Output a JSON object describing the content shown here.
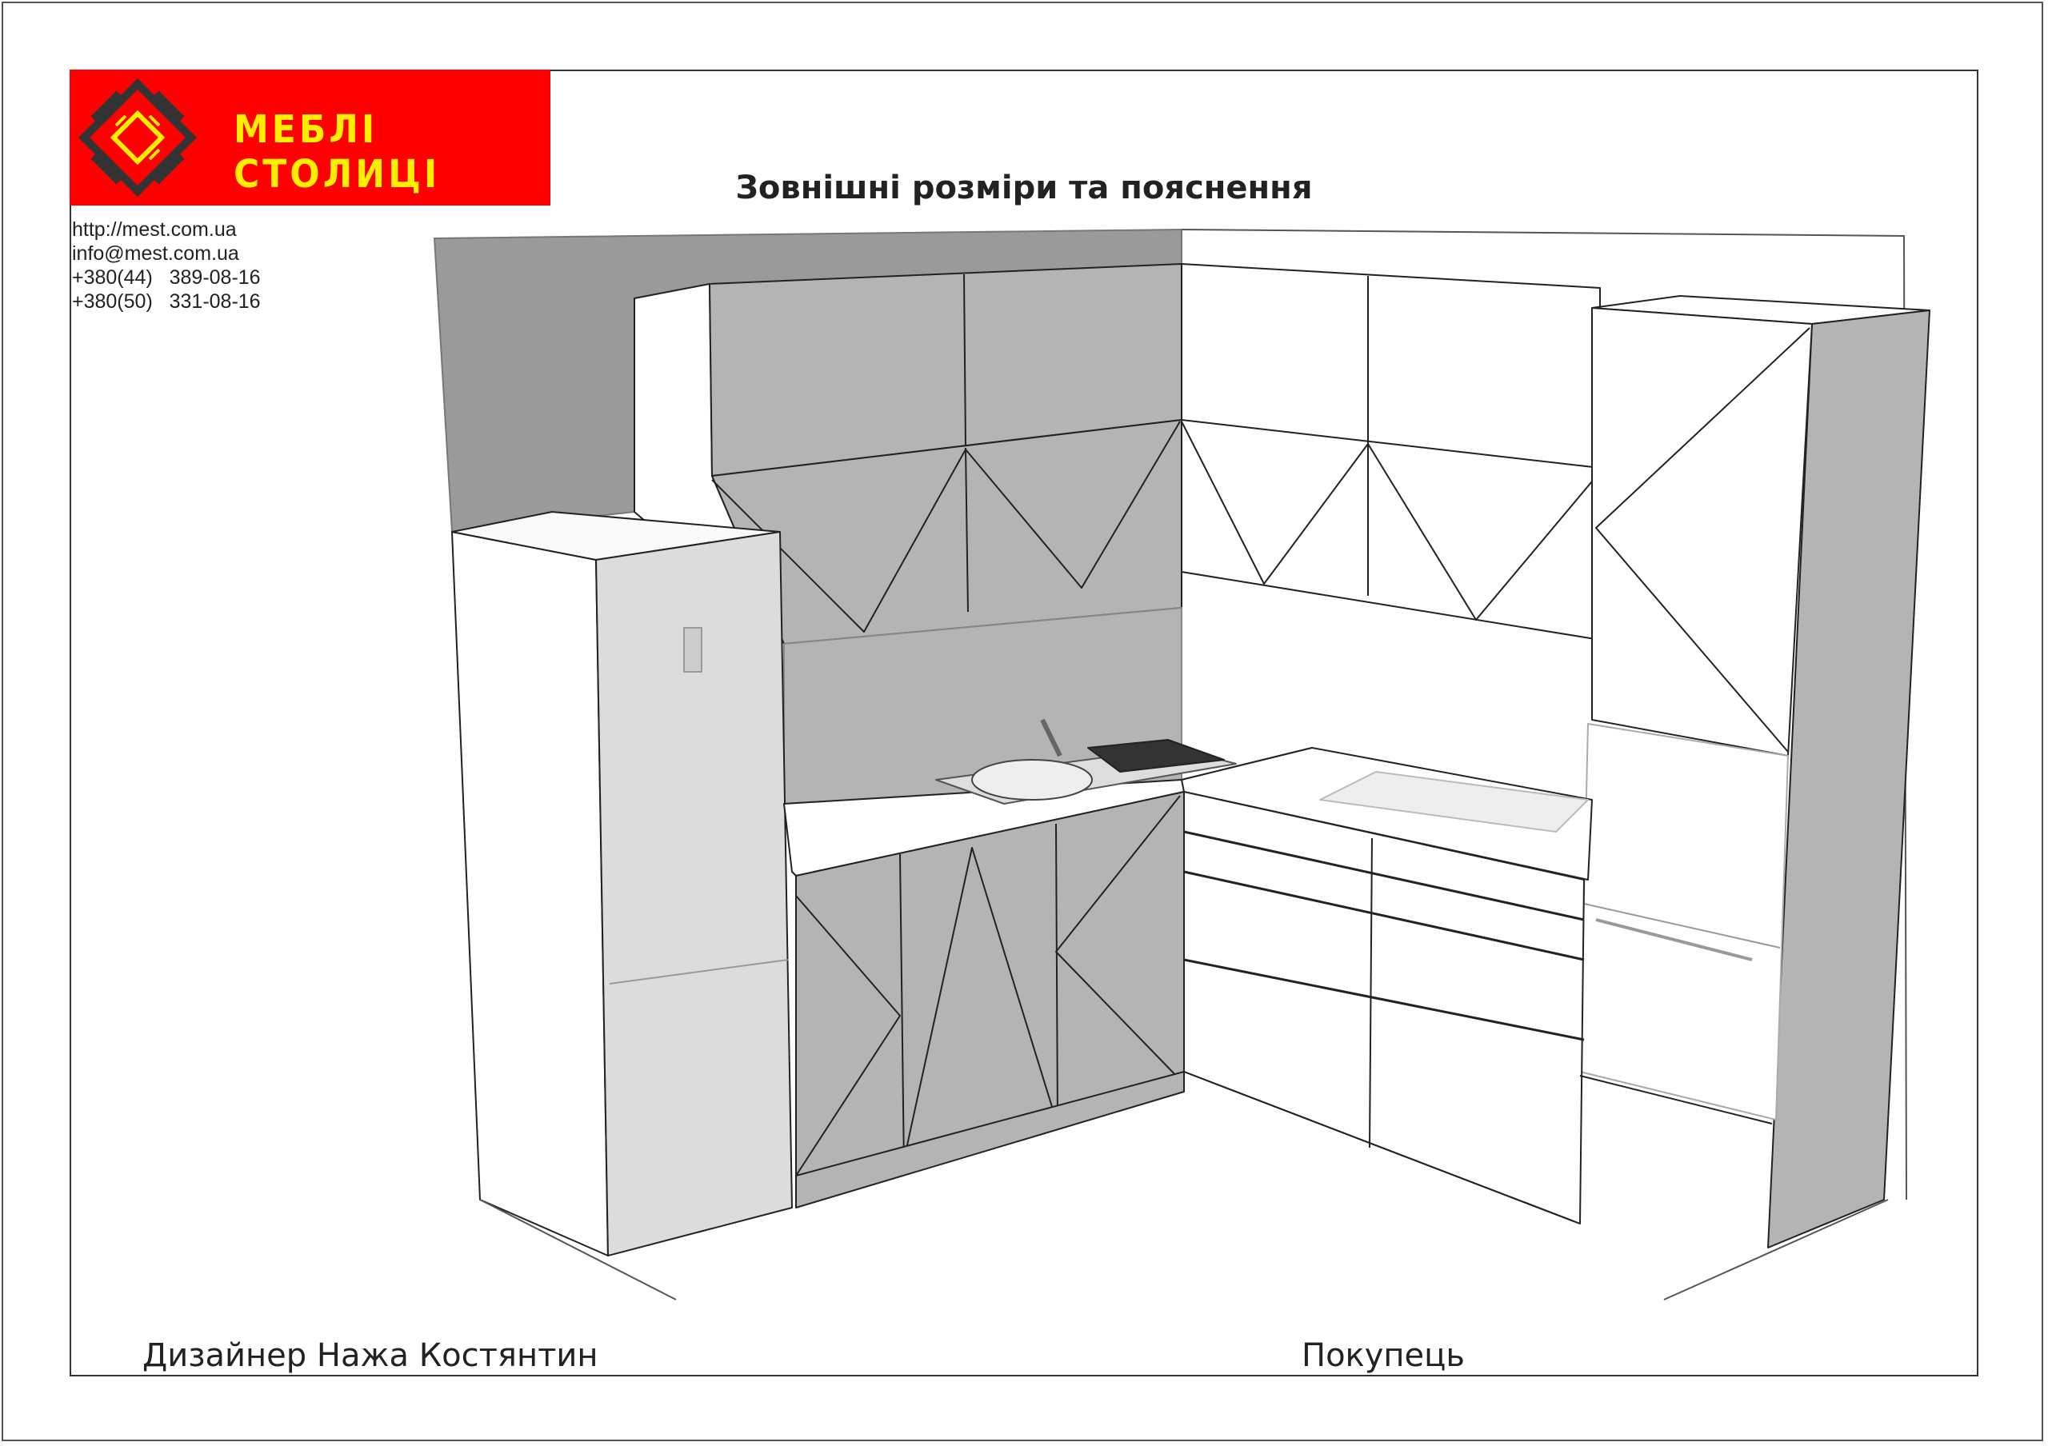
{
  "logo": {
    "brand_name": "МЕБЛІ СТОЛИЦІ",
    "colors": {
      "background": "#ff0000",
      "text": "#ffee00",
      "mark": "#333333"
    }
  },
  "contacts": {
    "website": "http://mest.com.ua",
    "email": "info@mest.com.ua",
    "phone_1": "+380(44)   389-08-16",
    "phone_2": "+380(50)   331-08-16"
  },
  "title": "Зовнішні розміри та пояснення",
  "footer": {
    "designer": "Дизайнер Нажа Костянтин",
    "buyer": "Покупець"
  },
  "colors": {
    "facade_grey": "#b4b4b4",
    "wall_grey": "#9a9a9a",
    "white": "#ffffff",
    "line": "#222222"
  }
}
